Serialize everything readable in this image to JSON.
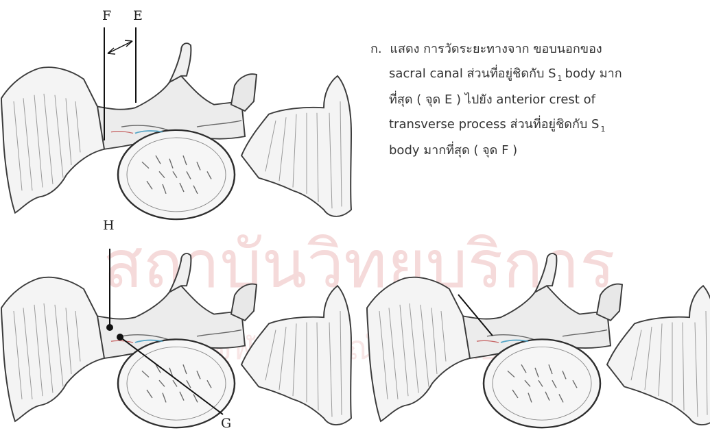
{
  "labels": {
    "F": "F",
    "E": "E",
    "H": "H",
    "G": "G"
  },
  "caption": {
    "marker": "ก.",
    "line1": "แสดง การวัดระยะทางจาก ขอบนอกของ",
    "line2a": "sacral canal ส่วนที่อยู่ชิดกับ S",
    "line2sub": "1",
    "line2b": "body มาก",
    "line3": "ที่สุด ( จุด E ) ไปยัง anterior crest of",
    "line4a": "transverse process ส่วนที่อยู่ชิดกับ S",
    "line4sub": "1",
    "line5": "body มากที่สุด ( จุด F )"
  },
  "watermark": {
    "text": "สถาบันวิทยบริการ",
    "text2": "จุฬาลงกรณ์มหาวิทยาลัย"
  }
}
